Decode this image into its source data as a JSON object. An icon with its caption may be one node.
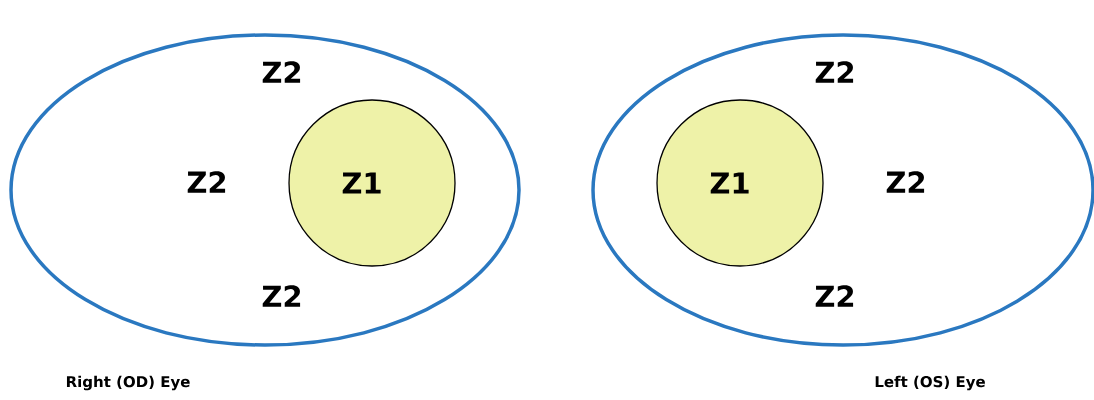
{
  "diagram": {
    "nodes": [
      {
        "text": [
          "Z2",
          "Z2",
          "Z2"
        ],
        "beside": [
          "Right (OD) Eye"
        ]
      },
      {
        "text": [
          "Z1"
        ],
        "in": 0
      },
      {
        "text": [
          "Z2",
          "Z2",
          "Z2"
        ],
        "beside": [
          "Left (OS) Eye"
        ]
      },
      {
        "text": [
          "Z1"
        ],
        "in": 2
      }
    ]
  }
}
